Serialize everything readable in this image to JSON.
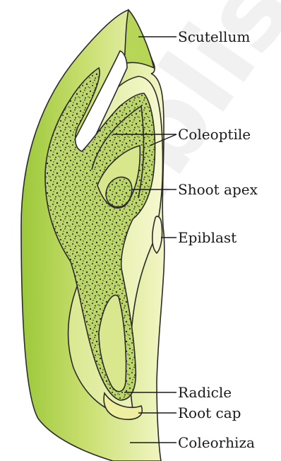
{
  "diagram": {
    "watermark_text": "published",
    "labels": {
      "scutellum": "Scutellum",
      "coleoptile": "Coleoptile",
      "shoot_apex": "Shoot apex",
      "epiblast": "Epiblast",
      "radicle": "Radicle",
      "root_cap": "Root cap",
      "coleorhiza": "Coleorhiza"
    },
    "colors": {
      "outer_green": "#a8cf45",
      "light_yellow": "#eef2a8",
      "mid_green": "#c4dc6a",
      "speckle_fill": "#b9d46a",
      "speckle_dots": "#2a2a1e",
      "outline": "#2b2b2b"
    }
  }
}
